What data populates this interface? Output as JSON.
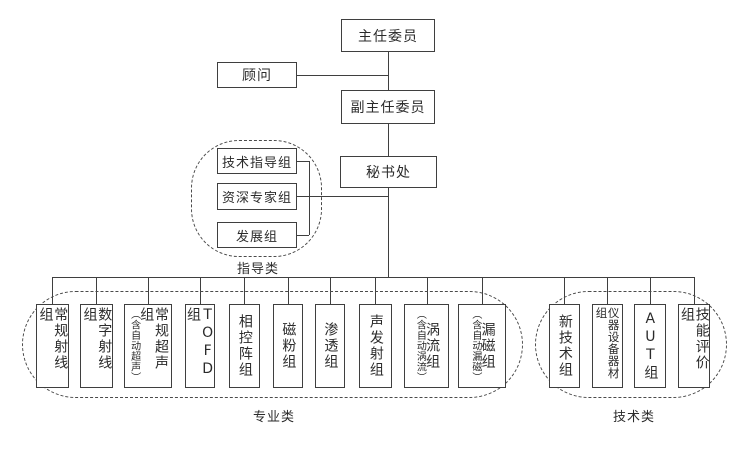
{
  "org": {
    "director": "主任委员",
    "advisor": "顾问",
    "deputy_director": "副主任委员",
    "secretariat": "秘书处"
  },
  "guidance": {
    "category_label": "指导类",
    "items": [
      {
        "name": "技术指导组"
      },
      {
        "name": "资深专家组"
      },
      {
        "name": "发展组"
      }
    ]
  },
  "professional": {
    "category_label": "专业类",
    "items": [
      {
        "name": "常规射线组",
        "note": ""
      },
      {
        "name": "数字射线组",
        "note": ""
      },
      {
        "name": "常规超声组",
        "note": "（含自动超声）"
      },
      {
        "name": "TOFD组",
        "note": ""
      },
      {
        "name": "相控阵组",
        "note": ""
      },
      {
        "name": "磁粉组",
        "note": ""
      },
      {
        "name": "渗透组",
        "note": ""
      },
      {
        "name": "声发射组",
        "note": ""
      },
      {
        "name": "涡流组",
        "note": "（含自动涡流）"
      },
      {
        "name": "漏磁组",
        "note": "（含自动漏磁）"
      }
    ]
  },
  "technical": {
    "category_label": "技术类",
    "items": [
      {
        "name": "新技术组"
      },
      {
        "name": "仪器设备器材组"
      },
      {
        "name": "AUT组"
      },
      {
        "name": "技能评价组"
      }
    ]
  },
  "colors": {
    "line": "#3f3f3f",
    "text": "#2b2b2b",
    "background": "#ffffff"
  }
}
